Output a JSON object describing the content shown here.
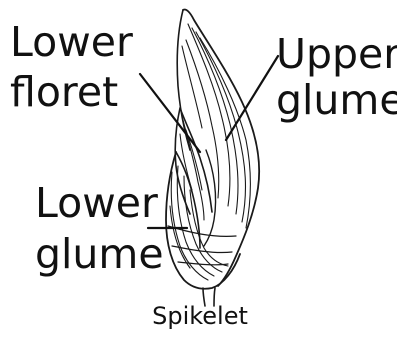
{
  "labels": {
    "lower_floret": [
      "Lower",
      "floret"
    ],
    "upper_glume": [
      "Upper",
      "glume"
    ],
    "lower_glume": [
      "Lower",
      "glume"
    ]
  },
  "caption": "Spikelet",
  "colors": {
    "ink": "#1a1a1a",
    "background": "#ffffff"
  }
}
